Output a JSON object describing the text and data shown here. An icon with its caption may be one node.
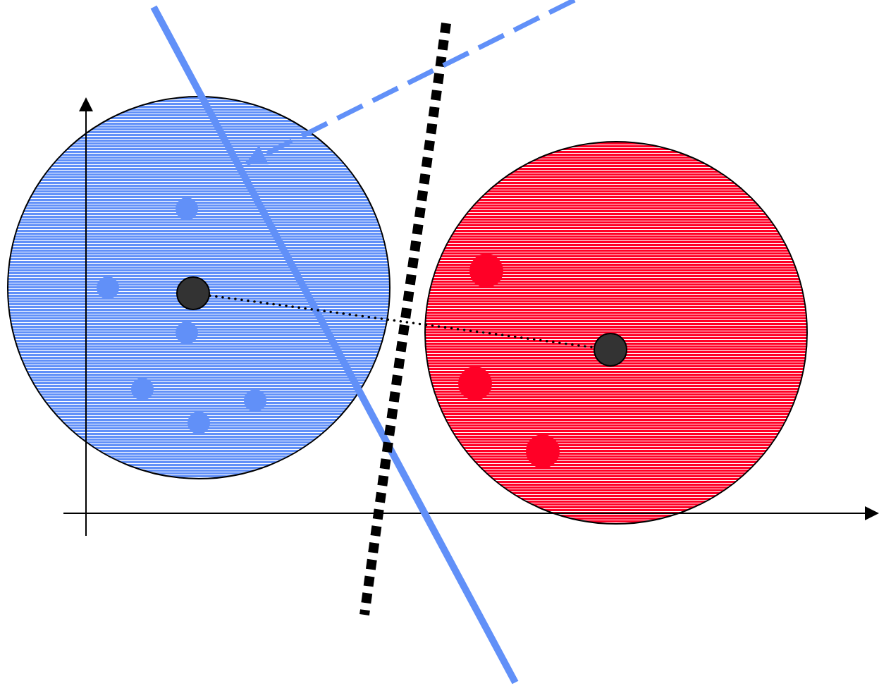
{
  "diagram": {
    "nodes": [
      {
        "text": [],
        "shape": "circle"
      },
      {
        "text": [],
        "shape": "dot",
        "in": 0
      },
      {
        "text": [],
        "shape": "dot",
        "in": 0
      },
      {
        "text": [],
        "shape": "circle",
        "in": 0
      },
      {
        "text": [],
        "shape": "dot",
        "in": 0
      },
      {
        "text": [],
        "shape": "dot",
        "in": 0
      },
      {
        "text": [],
        "shape": "dot",
        "in": 0
      },
      {
        "text": [],
        "shape": "dot",
        "in": 0
      },
      {
        "text": [],
        "shape": "circle"
      },
      {
        "text": [],
        "shape": "dot",
        "in": 8
      },
      {
        "text": [],
        "shape": "circle",
        "in": 8
      },
      {
        "text": [],
        "shape": "dot",
        "in": 8
      },
      {
        "text": [],
        "shape": "dot",
        "in": 8
      }
    ],
    "edges": [
      {
        "from": 3,
        "to": 10,
        "arrow": "none",
        "style": "dashed"
      }
    ]
  }
}
